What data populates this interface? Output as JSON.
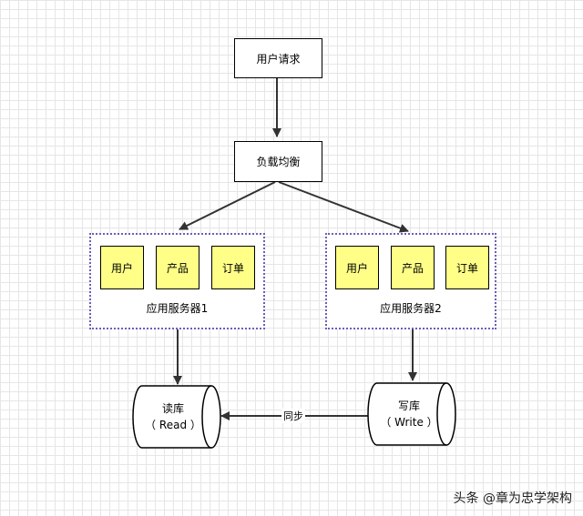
{
  "nodes": {
    "user_request": "用户请求",
    "load_balancer": "负载均衡",
    "server1": {
      "modules": [
        "用户",
        "产品",
        "订单"
      ],
      "label": "应用服务器1"
    },
    "server2": {
      "modules": [
        "用户",
        "产品",
        "订单"
      ],
      "label": "应用服务器2"
    },
    "read_db": {
      "name": "读库",
      "sub": "（ Read ）"
    },
    "write_db": {
      "name": "写库",
      "sub": "（ Write ）"
    }
  },
  "edges": {
    "sync_label": "同步"
  },
  "watermark": "头条 @章为忠学架构",
  "colors": {
    "module_fill": "#ffff88",
    "group_border": "#6a5fb8"
  }
}
